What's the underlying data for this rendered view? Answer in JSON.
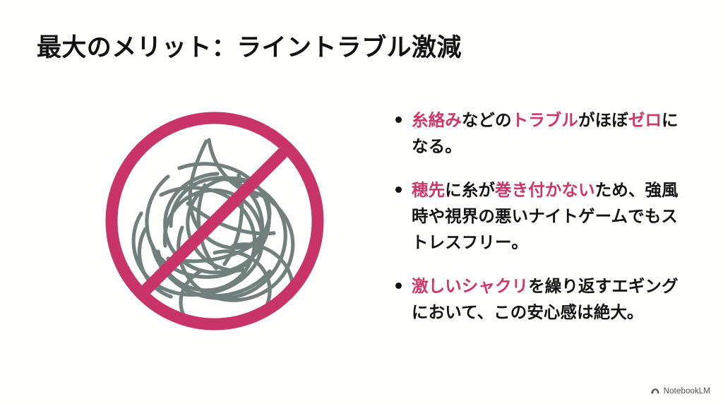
{
  "slide": {
    "title": "最大のメリット：ライントラブル激減",
    "background_color": "#fffffe",
    "accent_color": "#cf3568",
    "text_color": "#141414",
    "thread_color": "#71807d"
  },
  "illustration": {
    "name": "no-line-tangle-illustration",
    "description": "prohibition-sign-over-tangled-thread",
    "circle_color": "#c8346a",
    "slash_color": "#c8346a",
    "tangle_color": "#71807d"
  },
  "bullets": [
    {
      "marker": "•",
      "weight": "bold",
      "segments": [
        {
          "text": "糸絡み",
          "style": "highlight"
        },
        {
          "text": "などの",
          "style": "normal"
        },
        {
          "text": "トラブル",
          "style": "highlight"
        },
        {
          "text": "がほぼ",
          "style": "normal"
        },
        {
          "text": "ゼロ",
          "style": "highlight"
        },
        {
          "text": "になる。",
          "style": "normal"
        }
      ],
      "plain_text": "糸絡みなどのトラブルがほぼゼロになる。"
    },
    {
      "marker": "•",
      "weight": "medium",
      "segments": [
        {
          "text": "穂先",
          "style": "highlight"
        },
        {
          "text": "に糸が",
          "style": "normal"
        },
        {
          "text": "巻き付かない",
          "style": "highlight"
        },
        {
          "text": "ため、強風時や視界の悪いナイトゲームでもストレスフリー。",
          "style": "normal"
        }
      ],
      "plain_text": "穂先に糸が巻き付かないため、強風時や視界の悪いナイトゲームでもストレスフリー。"
    },
    {
      "marker": "•",
      "weight": "bold",
      "segments": [
        {
          "text": "激しいシャクリ",
          "style": "highlight"
        },
        {
          "text": "を繰り返すエギングにおいて、この安心感は絶大。",
          "style": "normal"
        }
      ],
      "plain_text": "激しいシャクリを繰り返すエギングにおいて、この安心感は絶大。"
    }
  ],
  "watermark": {
    "icon": "notebooklm-icon",
    "label": "NotebookLM"
  }
}
